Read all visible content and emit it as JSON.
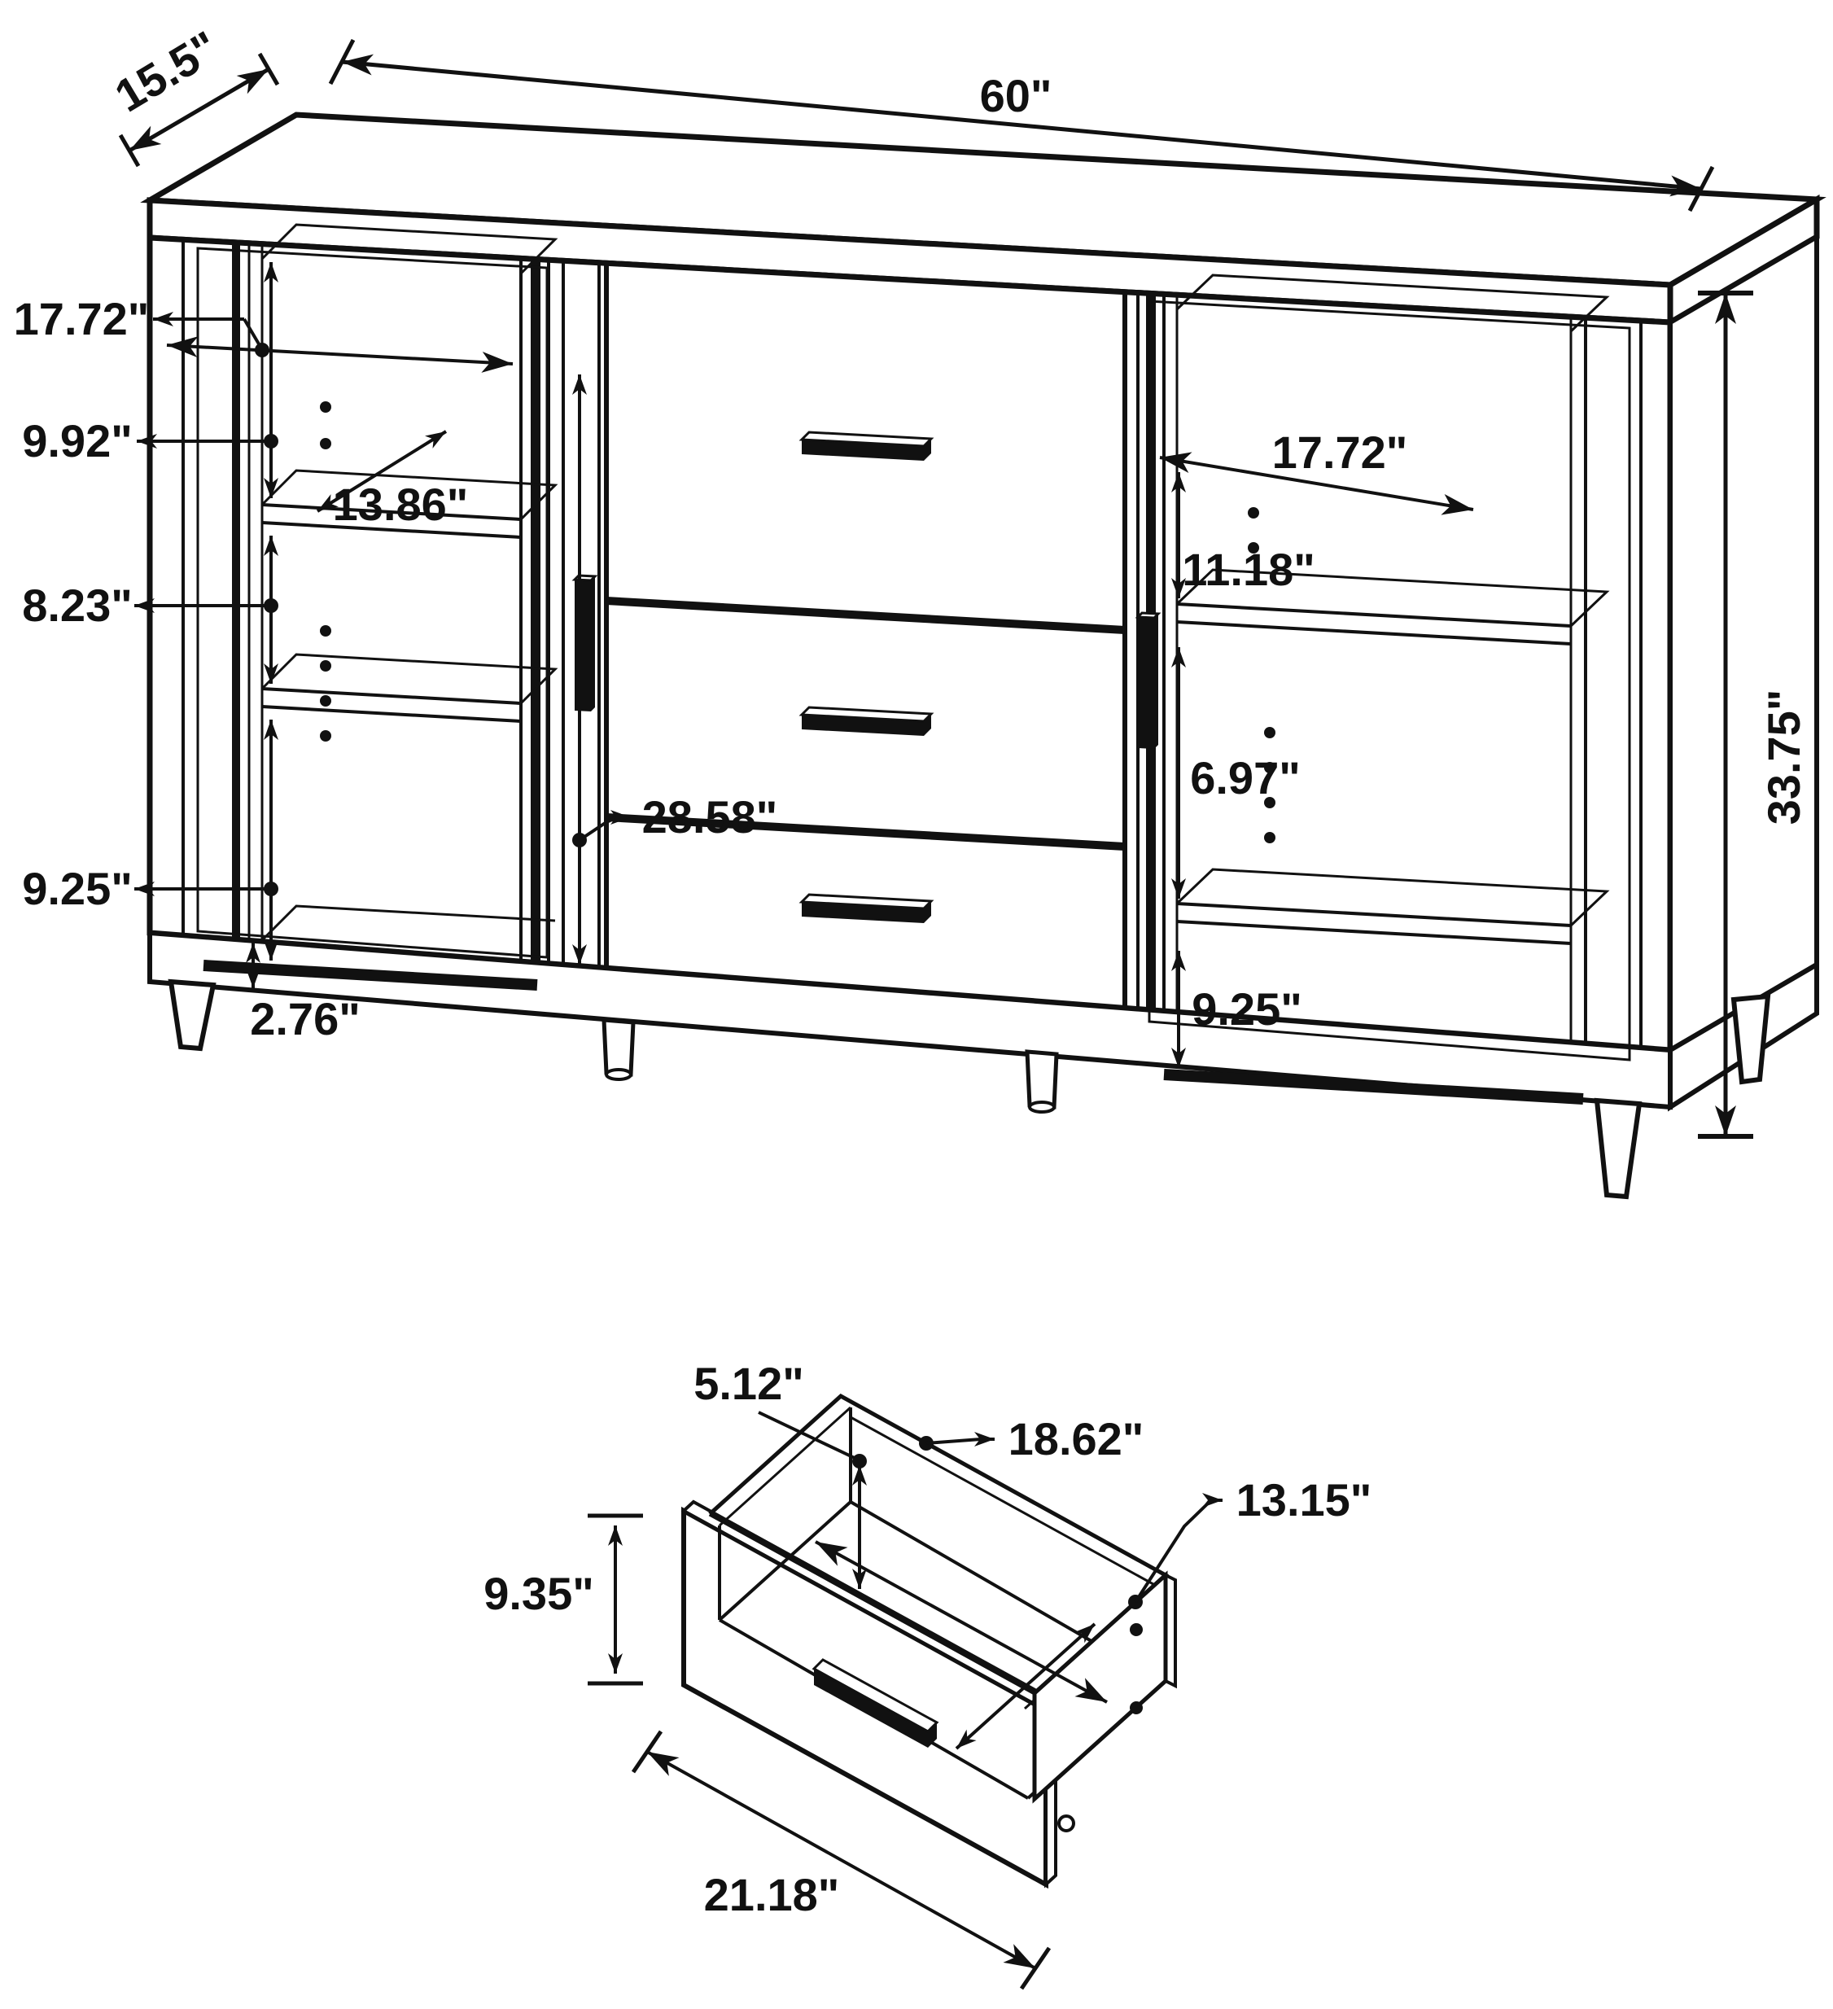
{
  "diagram": {
    "cabinet": {
      "width": "60\"",
      "depth": "15.5\"",
      "height": "33.75\"",
      "left": {
        "interior_width": "17.72\"",
        "shelf_depth": "13.86\"",
        "top_opening": "9.92\"",
        "middle_opening": "8.23\"",
        "bottom_opening": "9.25\""
      },
      "middle": {
        "interior_height": "28.58\""
      },
      "right": {
        "interior_width": "17.72\"",
        "top_opening": "11.18\"",
        "middle_opening": "6.97\"",
        "bottom_opening": "9.25\""
      },
      "base_height": "2.76\""
    },
    "drawer": {
      "front_width": "21.18\"",
      "front_height": "9.35\"",
      "interior_width": "18.62\"",
      "interior_depth": "13.15\"",
      "interior_height": "5.12\""
    }
  }
}
